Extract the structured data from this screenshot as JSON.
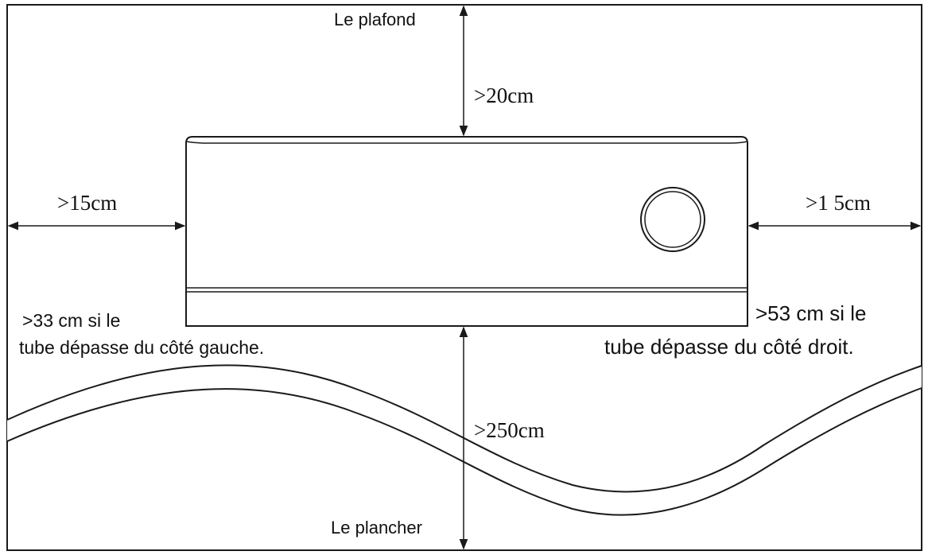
{
  "labels": {
    "ceiling": "Le plafond",
    "floor": "Le plancher",
    "top_clearance": ">20cm",
    "left_clearance": ">15cm",
    "right_clearance": ">1 5cm",
    "bottom_clearance": ">250cm",
    "left_note_line1": ">33 cm si le",
    "left_note_line2": "tube dépasse du côté gauche.",
    "right_note_line1": ">53 cm si le",
    "right_note_line2": "tube dépasse du côté droit."
  },
  "colors": {
    "stroke": "#1a1a1a",
    "background": "#ffffff"
  }
}
